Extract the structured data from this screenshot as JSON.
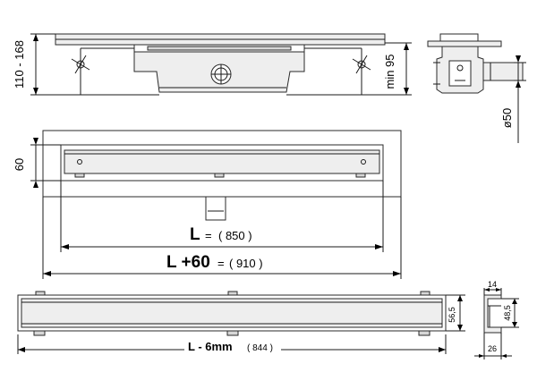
{
  "top_view": {
    "height_range": "110 - 168",
    "min_height": "min 95"
  },
  "side_view": {
    "outlet_diameter": "ø50"
  },
  "plan_view": {
    "width_60": "60",
    "length_l": {
      "label": "L",
      "eq": "=",
      "value": "( 850 )"
    },
    "length_l60": {
      "label": "L +60",
      "eq": "=",
      "value": "( 910 )"
    }
  },
  "grate_view": {
    "length_label": "L - 6mm",
    "length_value": "( 844 )",
    "height": "56,5"
  },
  "profile_view": {
    "top_width": "14",
    "inner_height": "48,5",
    "bottom_width": "26"
  }
}
